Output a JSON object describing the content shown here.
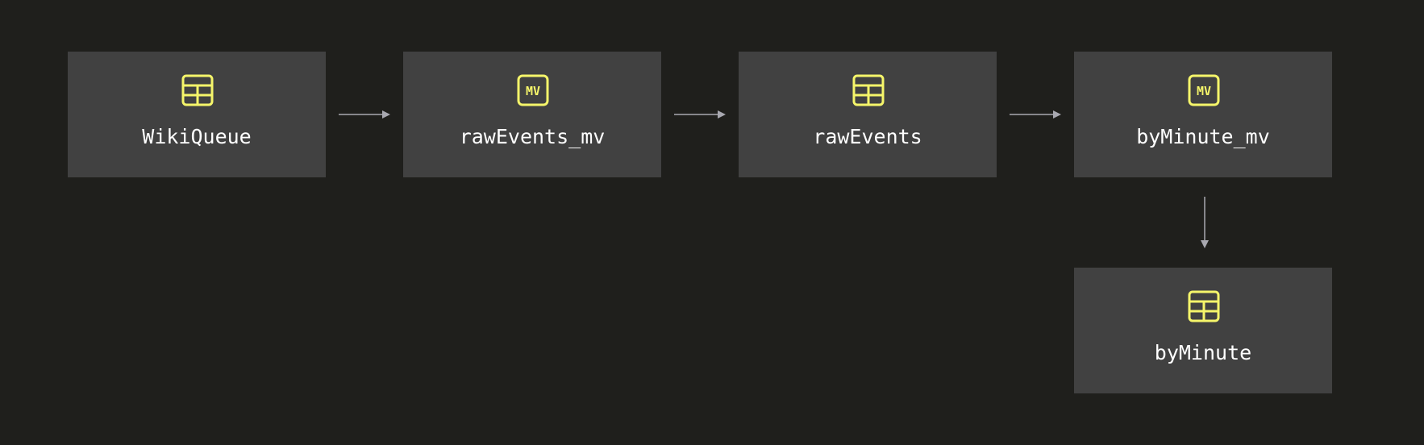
{
  "colors": {
    "background": "#1f1f1c",
    "node": "#414141",
    "icon": "#f5f56a",
    "arrow": "#a8a8b0",
    "text": "#ffffff"
  },
  "nodes": [
    {
      "label": "WikiQueue",
      "icon": "table-icon"
    },
    {
      "label": "rawEvents_mv",
      "icon": "materialized-view-icon",
      "icon_text": "MV"
    },
    {
      "label": "rawEvents",
      "icon": "table-icon"
    },
    {
      "label": "byMinute_mv",
      "icon": "materialized-view-icon",
      "icon_text": "MV"
    },
    {
      "label": "byMinute",
      "icon": "table-icon"
    }
  ],
  "edges": [
    {
      "from": "WikiQueue",
      "to": "rawEvents_mv"
    },
    {
      "from": "rawEvents_mv",
      "to": "rawEvents"
    },
    {
      "from": "rawEvents",
      "to": "byMinute_mv"
    },
    {
      "from": "byMinute_mv",
      "to": "byMinute"
    }
  ]
}
